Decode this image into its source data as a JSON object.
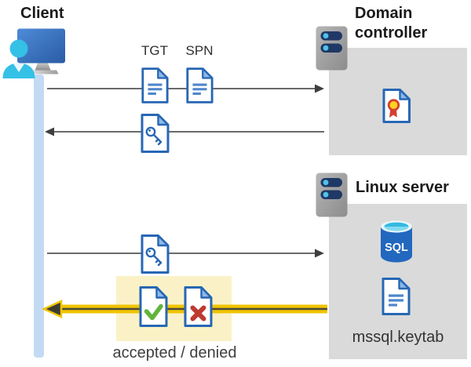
{
  "diagram": {
    "client": {
      "label": "Client"
    },
    "domain_controller": {
      "label": "Domain controller"
    },
    "linux_server": {
      "label": "Linux server"
    },
    "tickets": {
      "tgt": "TGT",
      "spn": "SPN"
    },
    "sql_badge": "SQL",
    "keytab_file": "mssql.keytab",
    "result": "accepted / denied",
    "flows": [
      {
        "from": "client",
        "to": "domain_controller",
        "carries": [
          "TGT",
          "SPN"
        ],
        "style": "gray-arrow"
      },
      {
        "from": "domain_controller",
        "to": "client",
        "carries": [
          "service-ticket-key"
        ],
        "style": "gray-arrow"
      },
      {
        "from": "client",
        "to": "linux_server",
        "carries": [
          "service-ticket-key"
        ],
        "style": "gray-arrow"
      },
      {
        "from": "linux_server",
        "to": "client",
        "carries": [
          "accepted-doc",
          "denied-doc"
        ],
        "style": "yellow-arrow"
      }
    ]
  },
  "icons": [
    {
      "name": "client-user-workstation-icon",
      "depicts": "person in front of monitor"
    },
    {
      "name": "server-icon",
      "depicts": "rack server with two drive bays"
    },
    {
      "name": "document-icon",
      "depicts": "text document with folded corner"
    },
    {
      "name": "key-document-icon",
      "depicts": "document with key (ticket)"
    },
    {
      "name": "certificate-document-icon",
      "depicts": "document with ribbon seal"
    },
    {
      "name": "sql-database-icon",
      "depicts": "SQL database cylinder"
    },
    {
      "name": "check-document-icon",
      "depicts": "document with green check"
    },
    {
      "name": "cross-document-icon",
      "depicts": "document with red x"
    }
  ],
  "colors": {
    "doc_border_blue": "#2767b4",
    "doc_fold_blue": "#8fb8e8",
    "doc_line_blue": "#4e86cc",
    "person_cyan": "#35c0e6",
    "monitor_blue": "#3a74c4",
    "server_gray": "#9e9e9e",
    "pill_navy": "#1f3865",
    "pill_dot_cyan": "#4ec3ea",
    "entity_box_gray": "#dadada",
    "lifeline_blue": "#c3daf4",
    "highlight_yellow": "#faf2c6",
    "arrow_gray": "#555555",
    "arrow_yellow": "#f0c400",
    "arrow_yellow_core": "#4a4a3a",
    "check_green": "#62b43a",
    "cross_red": "#be3a31",
    "cert_gold": "#ffd21e",
    "cert_red": "#d4402f",
    "sql_body_blue": "#2268be",
    "sql_top_teal": "#49c7e9"
  }
}
